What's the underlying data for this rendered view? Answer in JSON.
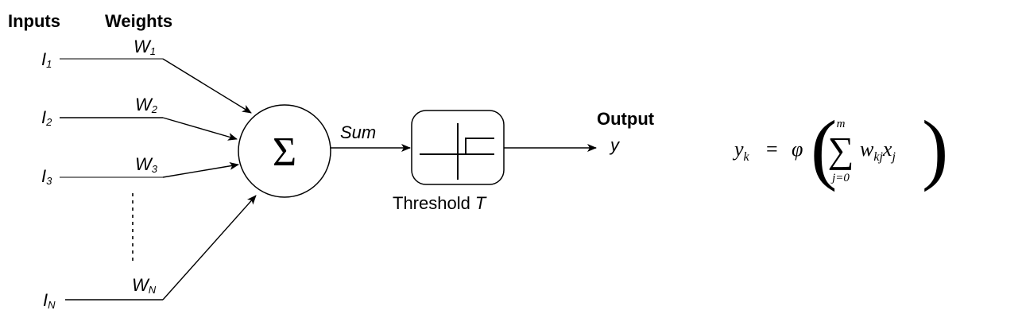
{
  "headers": {
    "inputs": "Inputs",
    "weights": "Weights",
    "output": "Output"
  },
  "inputs": [
    {
      "symbol": "I",
      "sub": "1"
    },
    {
      "symbol": "I",
      "sub": "2"
    },
    {
      "symbol": "I",
      "sub": "3"
    },
    {
      "symbol": "I",
      "sub": "N"
    }
  ],
  "weights": [
    {
      "symbol": "W",
      "sub": "1"
    },
    {
      "symbol": "W",
      "sub": "2"
    },
    {
      "symbol": "W",
      "sub": "3"
    },
    {
      "symbol": "W",
      "sub": "N"
    }
  ],
  "summation": {
    "symbol": "Σ",
    "output_label": "Sum"
  },
  "threshold": {
    "label": "Threshold",
    "symbol": "T"
  },
  "output": {
    "symbol": "y"
  },
  "equation": {
    "lhs": "y",
    "lhs_sub": "k",
    "equals": "=",
    "phi": "φ",
    "sigma": "∑",
    "upper": "m",
    "lower": "j=0",
    "w": "w",
    "w_sub": "kj",
    "x": "x",
    "x_sub": "j",
    "lparen": "(",
    "rparen": ")"
  }
}
